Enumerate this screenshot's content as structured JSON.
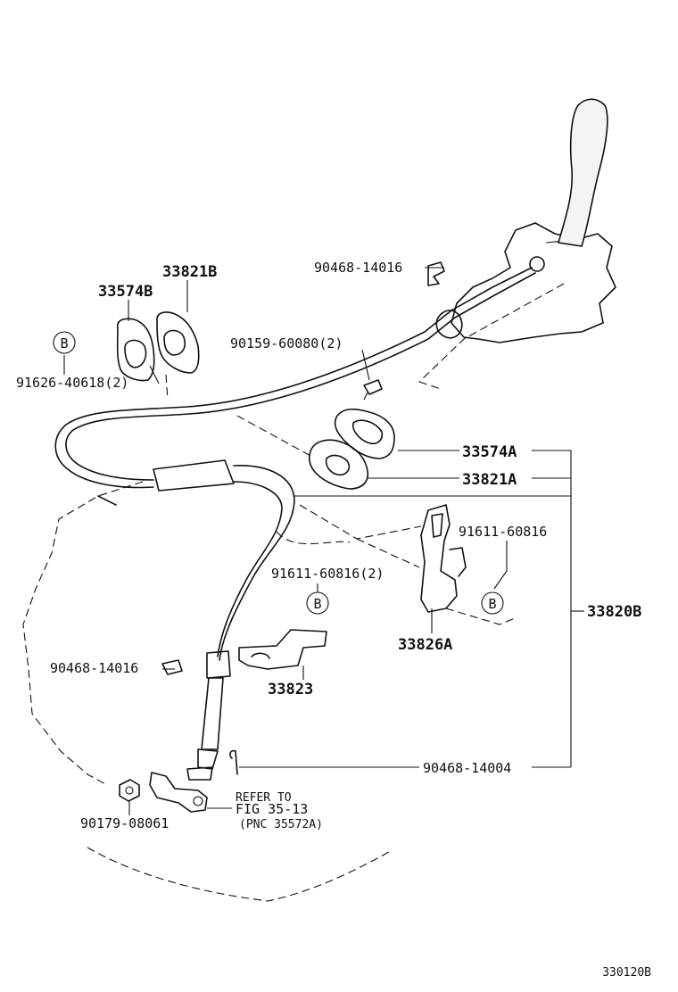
{
  "diagram": {
    "figure_code": "330120B",
    "callouts": {
      "p90468_14016_top": "90468-14016",
      "p33821B": "33821B",
      "p33574B": "33574B",
      "p90159_60080": "90159-60080(2)",
      "p91626_40618": "91626-40618(2)",
      "p33574A": "33574A",
      "p33821A": "33821A",
      "p91611_60816_right": "91611-60816",
      "p91611_60816_mid": "91611-60816(2)",
      "p33820B": "33820B",
      "p33826A": "33826A",
      "p90468_14016_left": "90468-14016",
      "p33823": "33823",
      "p90468_14004": "90468-14004",
      "p90179_08061": "90179-08061",
      "refer_line1": "REFER TO",
      "refer_line2": "FIG 35-13",
      "refer_line3": "(PNC 35572A)"
    },
    "markers": {
      "b_left": "B",
      "b_mid": "B",
      "b_right": "B"
    }
  }
}
